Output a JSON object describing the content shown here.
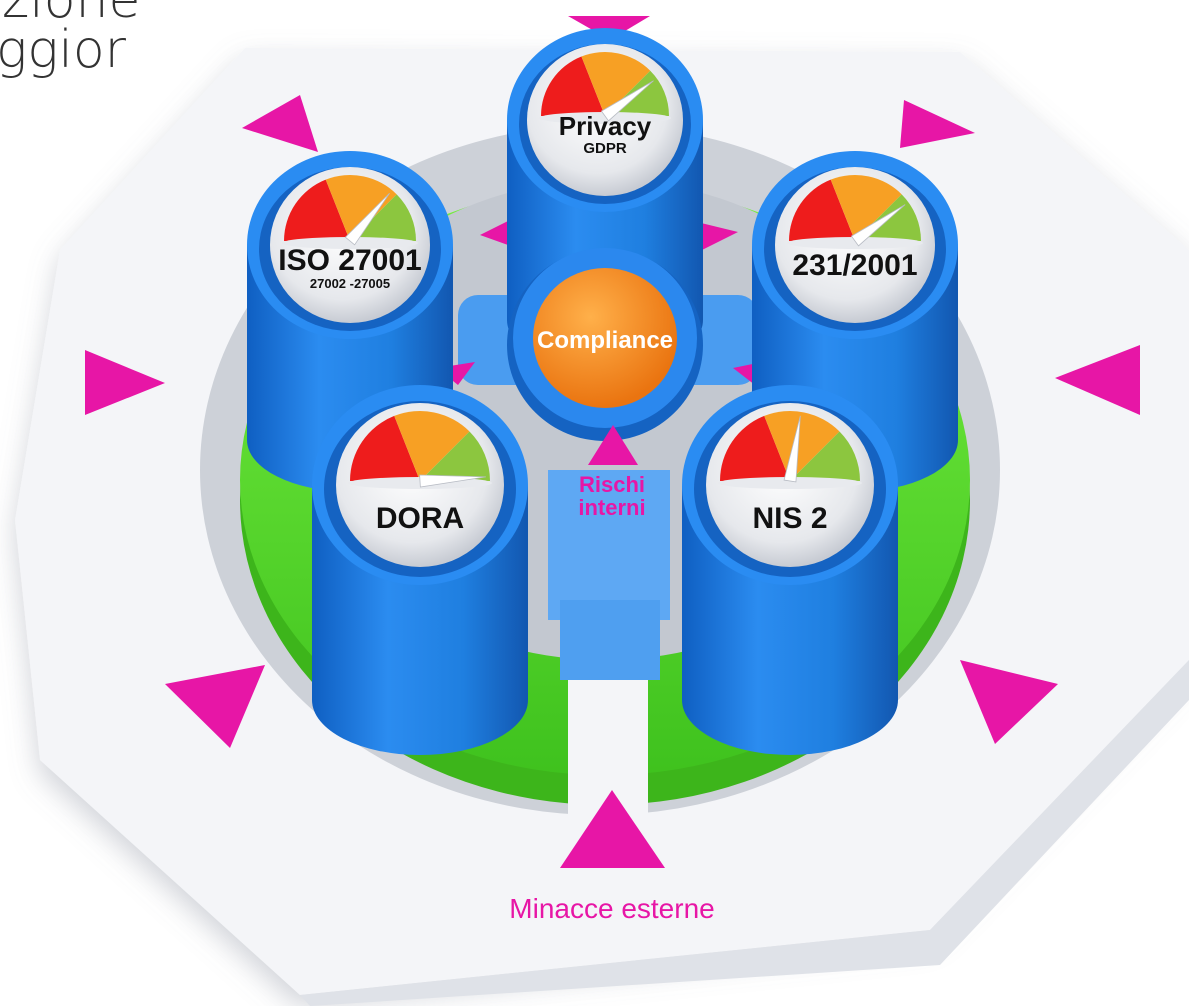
{
  "header": {
    "line1": "zione",
    "line2": "ggior"
  },
  "pillars": [
    {
      "id": "privacy",
      "label": "Privacy",
      "sublabel": "GDPR",
      "needle_level": 0.8
    },
    {
      "id": "iso27001",
      "label": "ISO 27001",
      "sublabel": "27002 -27005",
      "needle_level": 0.72
    },
    {
      "id": "d231",
      "label": "231/2001",
      "sublabel": "",
      "needle_level": 0.8
    },
    {
      "id": "dora",
      "label": "DORA",
      "sublabel": "",
      "needle_level": 0.98
    },
    {
      "id": "nis2",
      "label": "NIS 2",
      "sublabel": "",
      "needle_level": 0.55
    }
  ],
  "center": {
    "label": "Compliance"
  },
  "internal_risks": {
    "line1": "Rischi",
    "line2": "interni"
  },
  "external_threats": {
    "label": "Minacce esterne"
  },
  "colors": {
    "pillar_blue": "#1f7fe0",
    "pillar_dark": "#1560b8",
    "ring_green": "#5ee234",
    "center_orange": "#f58a1e",
    "threat_magenta": "#e716a6",
    "gauge_red": "#ee1c1c",
    "gauge_orange": "#f7a024",
    "gauge_green": "#8cc63f",
    "platform": "#f3f4f7"
  }
}
